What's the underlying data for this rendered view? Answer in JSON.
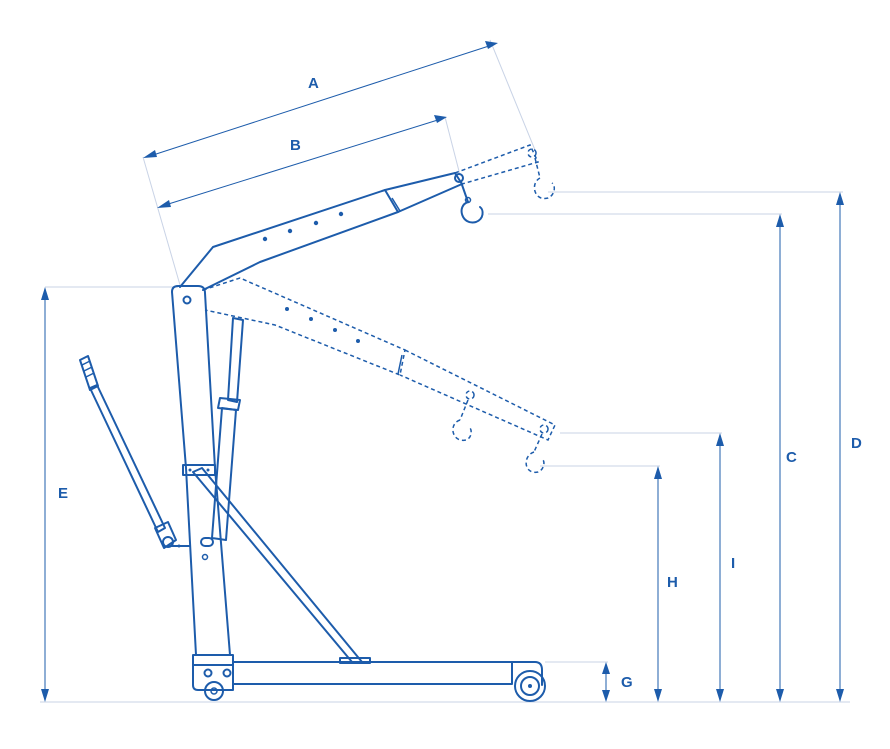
{
  "colors": {
    "stroke": "#1d5cab",
    "guide": "#c9d3e6"
  },
  "labels": {
    "A": "A",
    "B": "B",
    "C": "C",
    "D": "D",
    "E": "E",
    "G": "G",
    "H": "H",
    "I": "I"
  }
}
